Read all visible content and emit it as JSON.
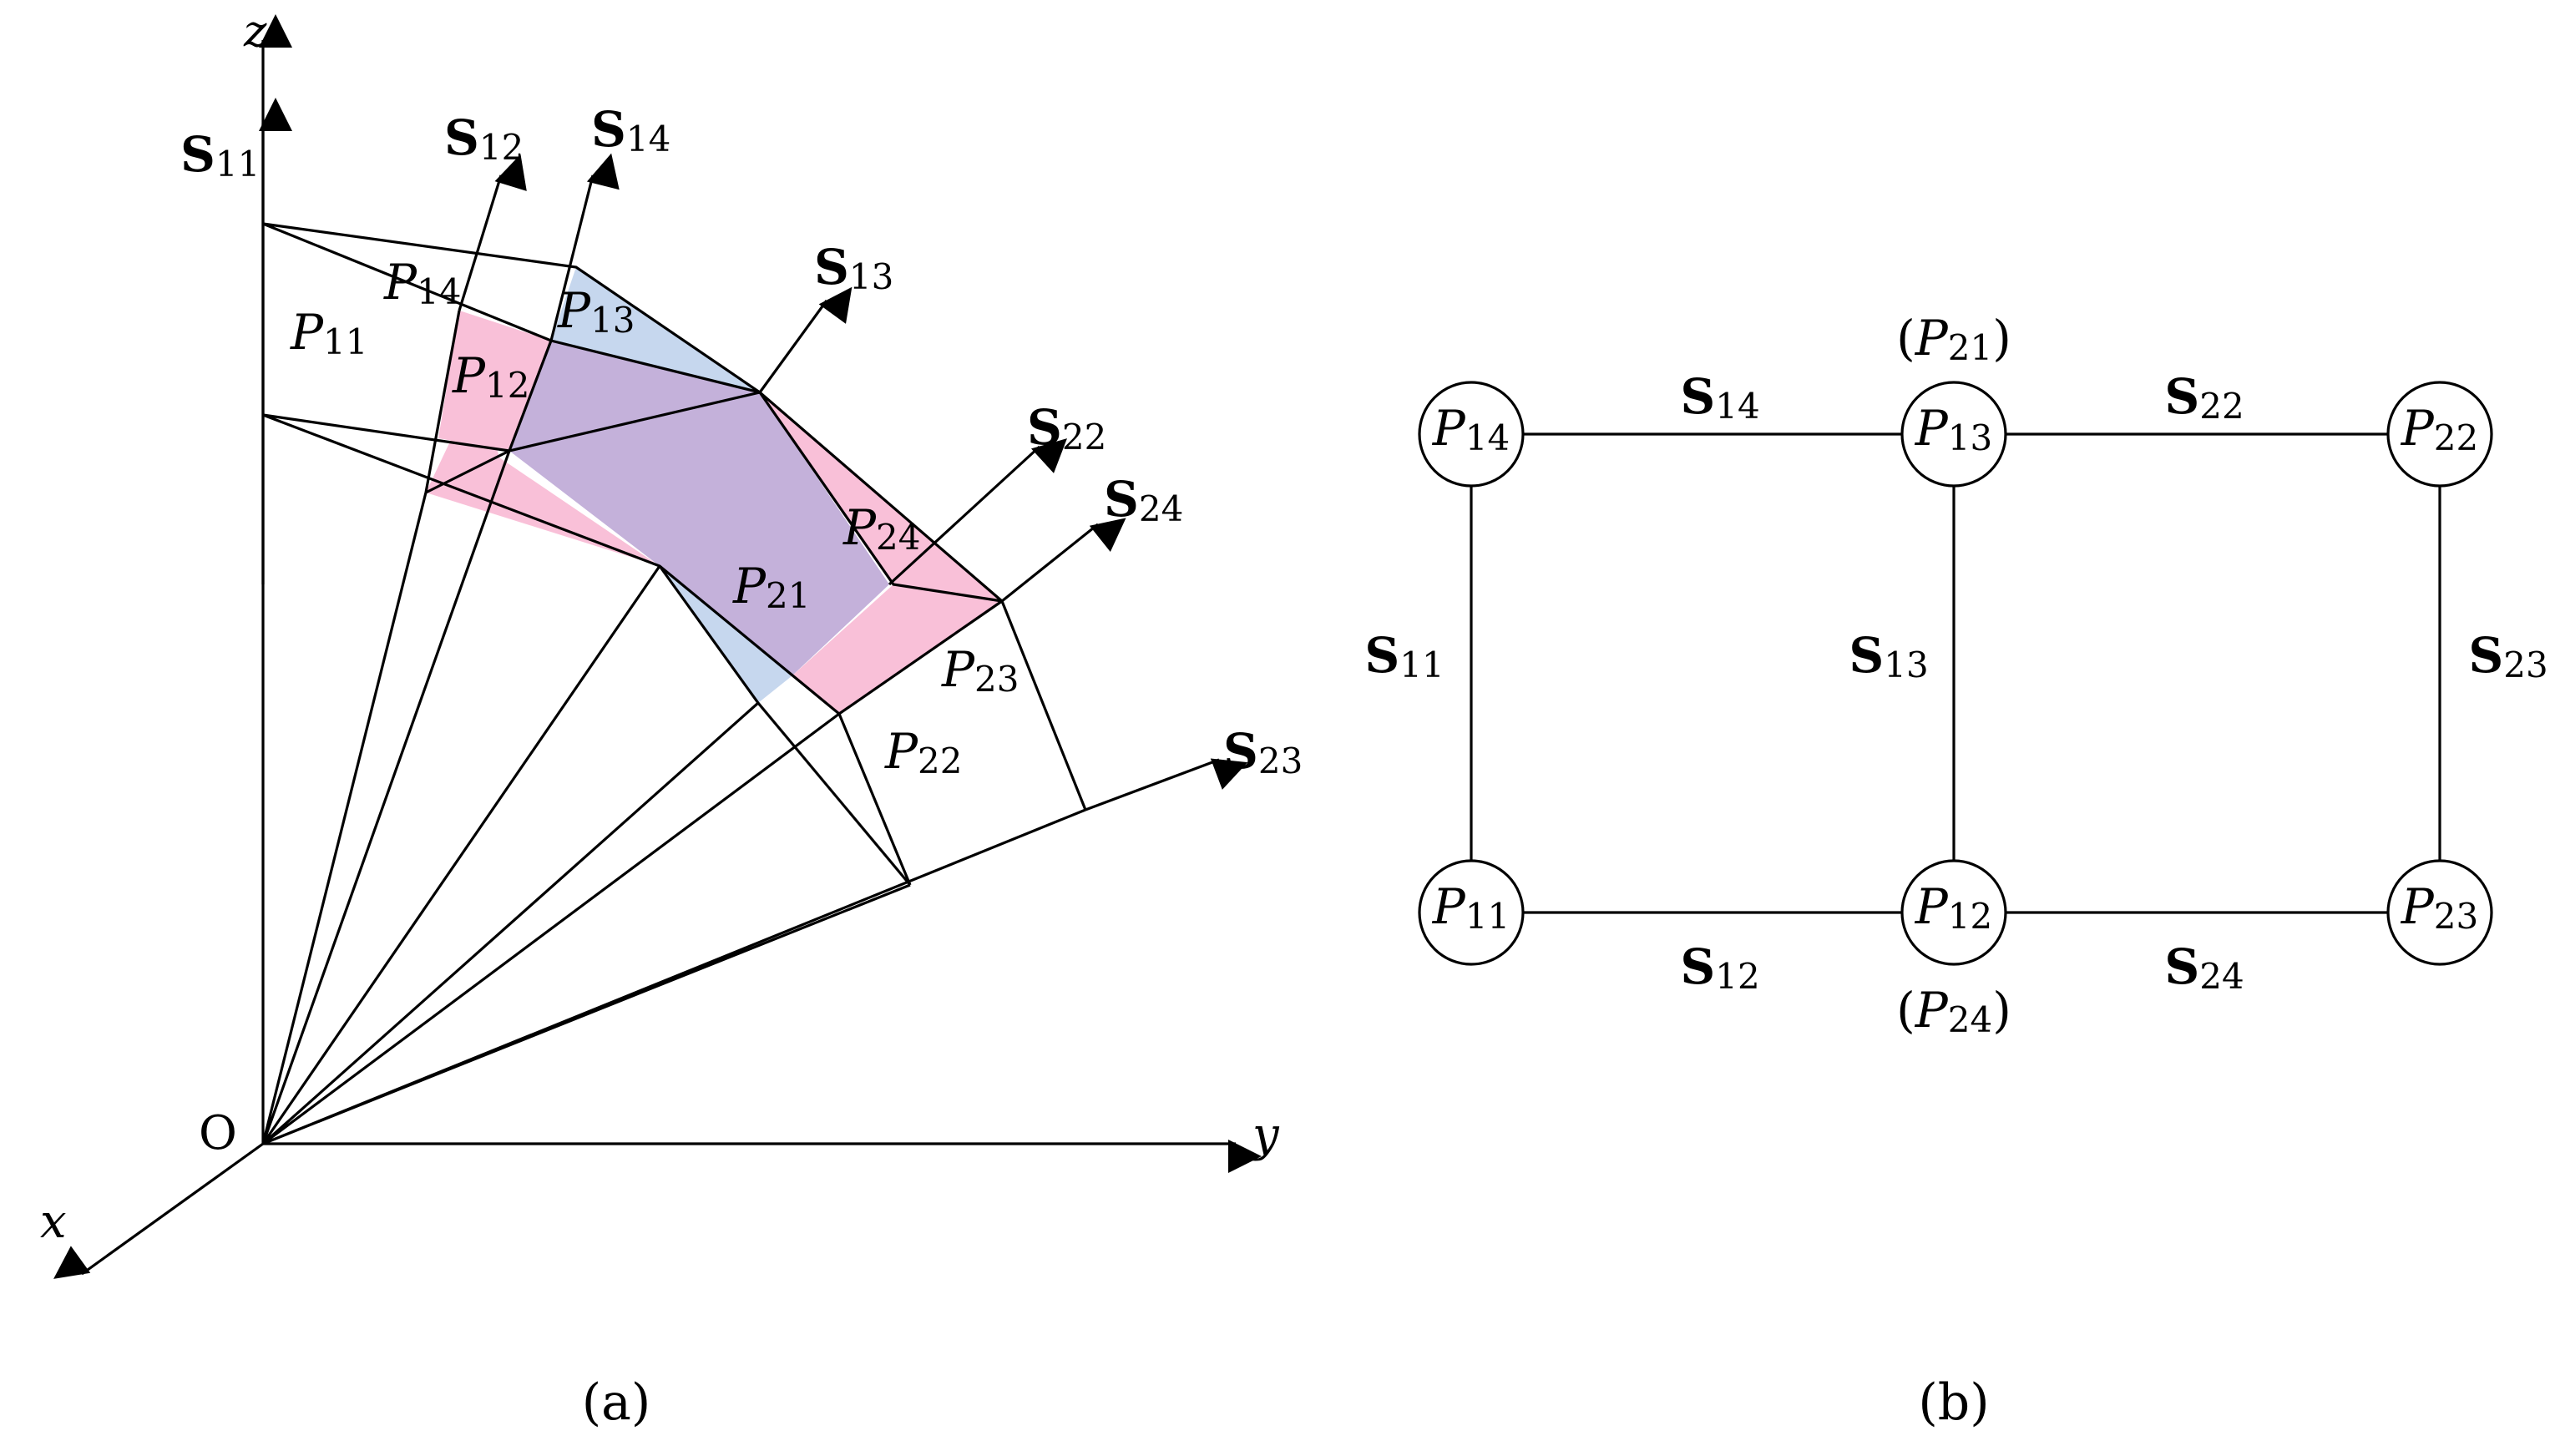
{
  "panel_a": {
    "caption": "(a)",
    "axes": {
      "z": "z",
      "y": "y",
      "x": "x",
      "origin": "O"
    },
    "screws": {
      "s11": "S",
      "s11_sub": "11",
      "s12": "S",
      "s12_sub": "12",
      "s14": "S",
      "s14_sub": "14",
      "s13": "S",
      "s13_sub": "13",
      "s22": "S",
      "s22_sub": "22",
      "s24": "S",
      "s24_sub": "24",
      "s23": "S",
      "s23_sub": "23"
    },
    "planes": {
      "p11": "P",
      "p11_sub": "11",
      "p14": "P",
      "p14_sub": "14",
      "p13": "P",
      "p13_sub": "13",
      "p12": "P",
      "p12_sub": "12",
      "p24": "P",
      "p24_sub": "24",
      "p21": "P",
      "p21_sub": "21",
      "p23": "P",
      "p23_sub": "23",
      "p22": "P",
      "p22_sub": "22"
    },
    "colors": {
      "pink": "#f9c0d8",
      "blue": "#c6d7ee",
      "purple": "#c4b1da"
    }
  },
  "panel_b": {
    "caption": "(b)",
    "nodes": {
      "p14": {
        "name": "P",
        "sub": "14"
      },
      "p13": {
        "name": "P",
        "sub": "13",
        "alt_pre": "(",
        "alt": "P",
        "alt_sub": "21",
        "alt_post": ")"
      },
      "p22": {
        "name": "P",
        "sub": "22"
      },
      "p11": {
        "name": "P",
        "sub": "11"
      },
      "p12": {
        "name": "P",
        "sub": "12",
        "alt_pre": "(",
        "alt": "P",
        "alt_sub": "24",
        "alt_post": ")"
      },
      "p23": {
        "name": "P",
        "sub": "23"
      }
    },
    "edges": {
      "s14": {
        "name": "S",
        "sub": "14"
      },
      "s22": {
        "name": "S",
        "sub": "22"
      },
      "s11": {
        "name": "S",
        "sub": "11"
      },
      "s13": {
        "name": "S",
        "sub": "13"
      },
      "s23": {
        "name": "S",
        "sub": "23"
      },
      "s12": {
        "name": "S",
        "sub": "12"
      },
      "s24": {
        "name": "S",
        "sub": "24"
      }
    }
  }
}
